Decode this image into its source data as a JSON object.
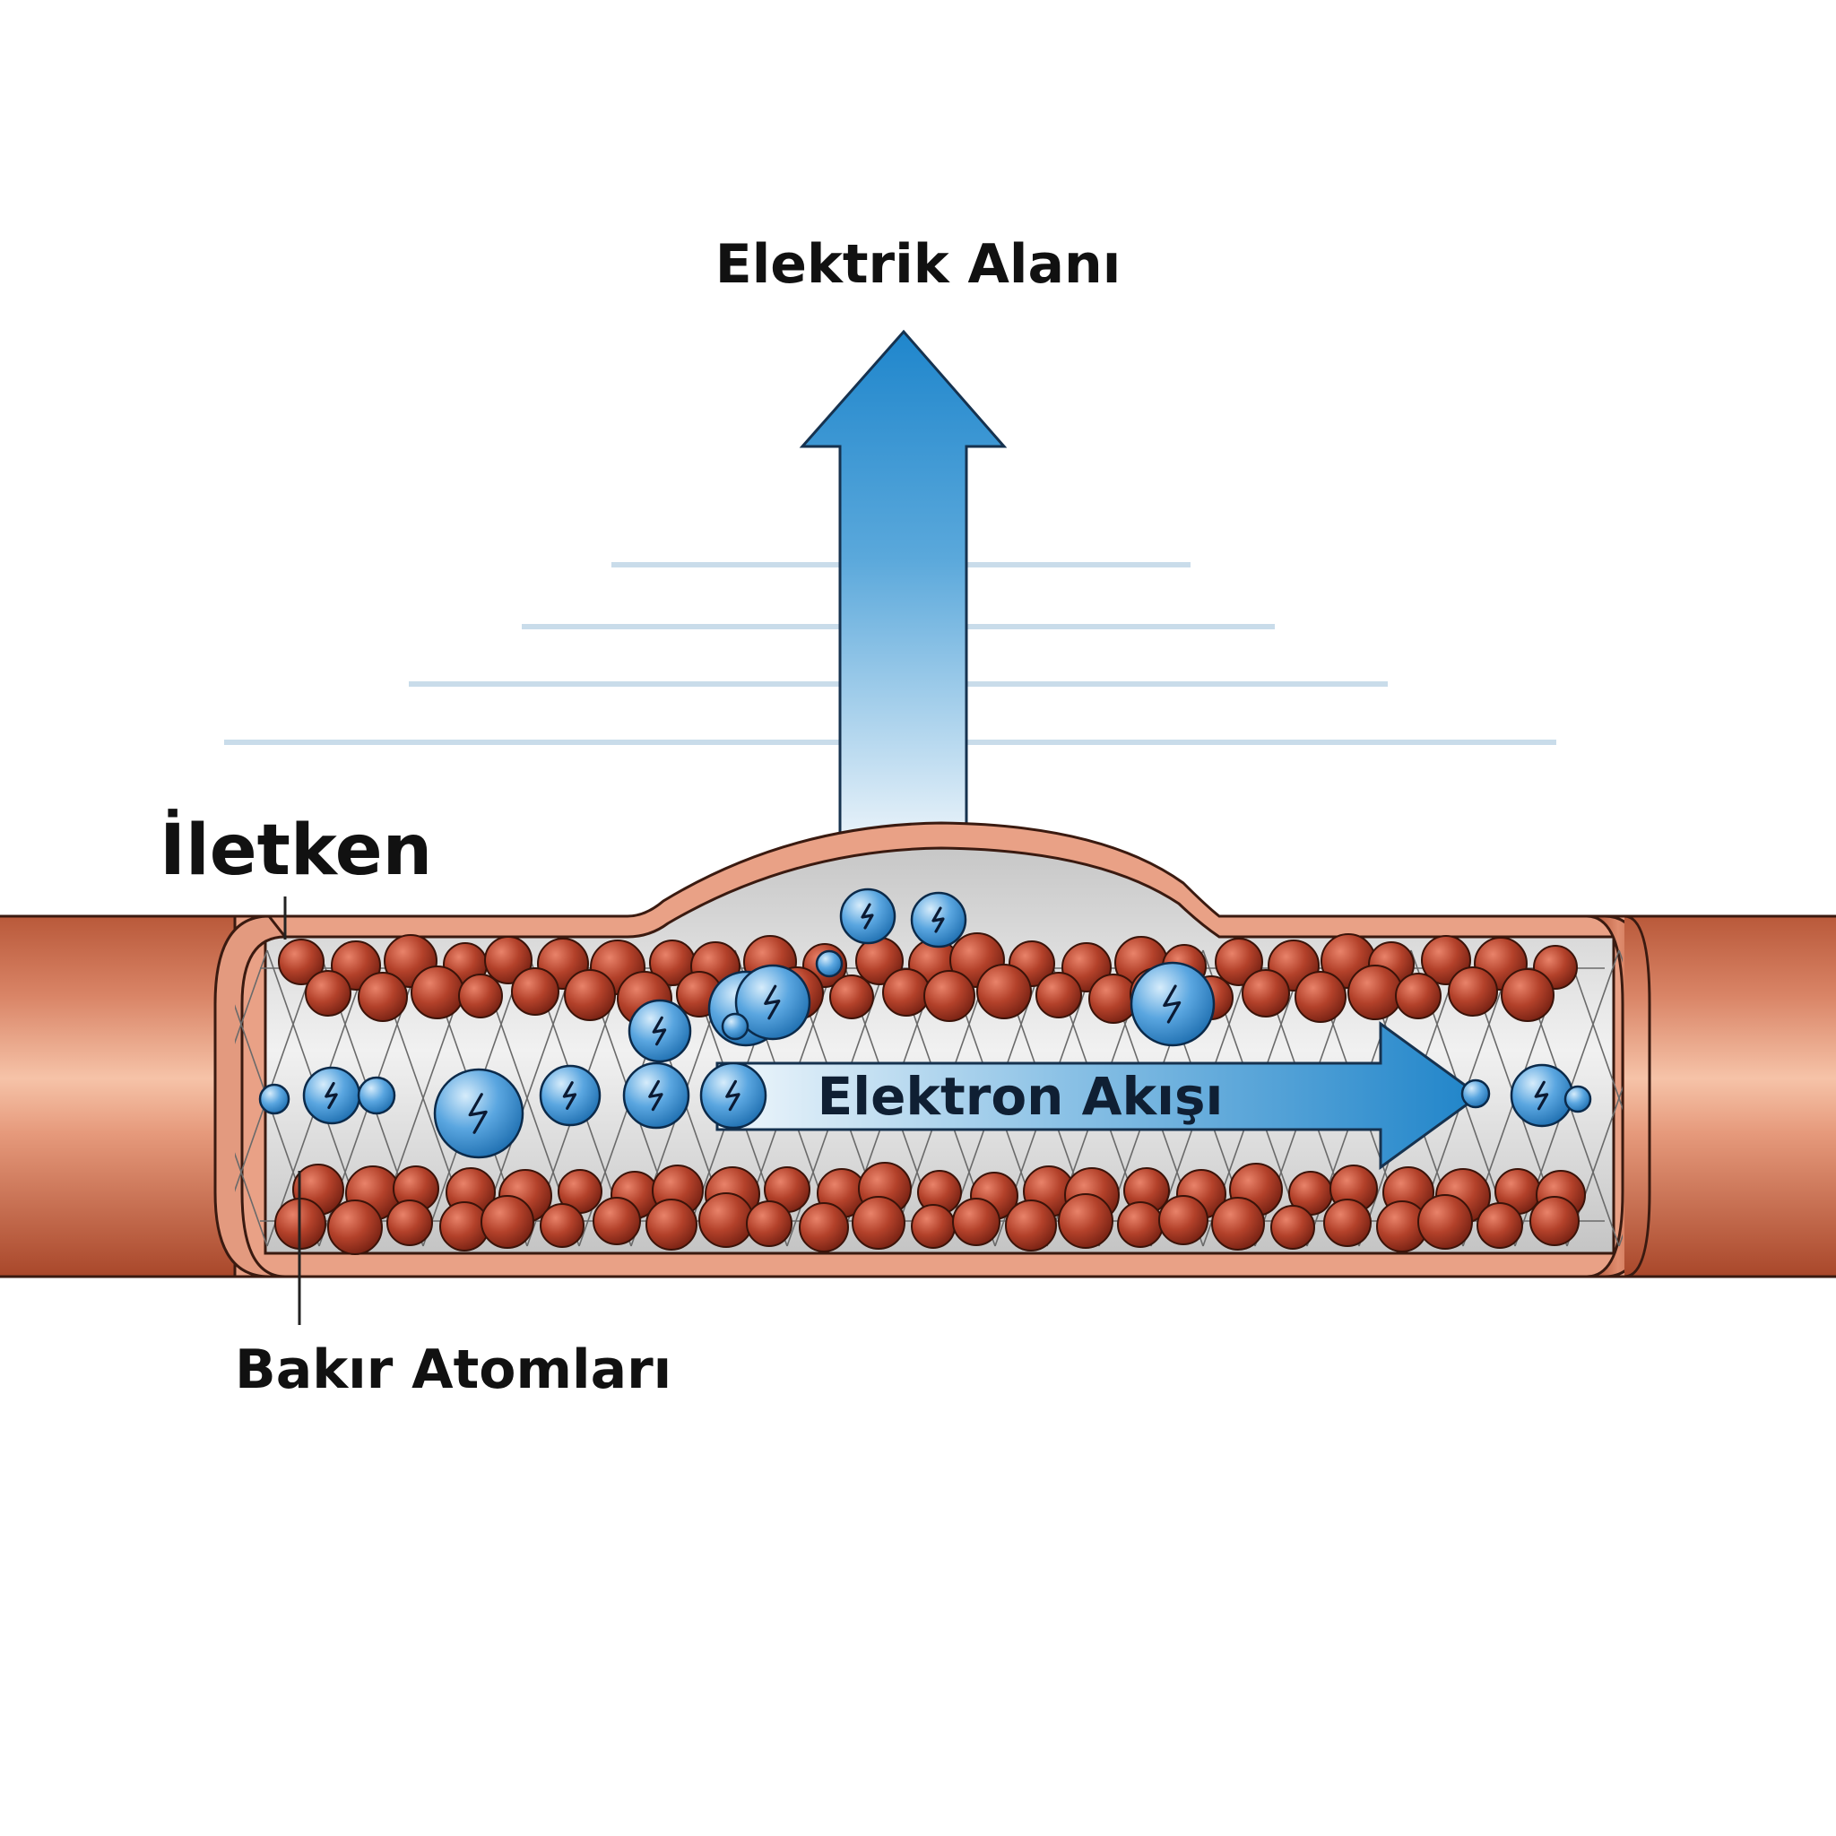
{
  "labels": {
    "electric_field": "Elektrik Alanı",
    "conductor": "İletken",
    "copper_atoms": "Bakır Atomları",
    "electron_flow": "Elektron Akışı"
  },
  "icons": {
    "electron": "lightning-bolt-icon",
    "field_arrow": "arrow-up-icon",
    "flow_arrow": "arrow-right-icon"
  },
  "colors": {
    "copper": "#c0623d",
    "copper_light": "#f2b598",
    "wire_inner": "#e39a7f",
    "lattice_bg": "#d6d6d6",
    "atom": "#b3412a",
    "electron": "#3a8ed2",
    "field_arrow": "#2b8fd0",
    "field_lines": "#c9dcea"
  }
}
